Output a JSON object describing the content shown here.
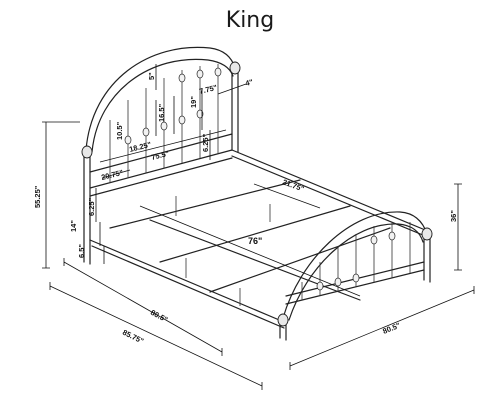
{
  "title": "King",
  "dimensions": {
    "overall_height": "55.25\"",
    "overall_width": "80.5\"",
    "overall_length": "85.75\"",
    "side_width": "80.5\"",
    "footboard_height": "36\"",
    "inner_length": "76\"",
    "slat_spacing": "21.75\"",
    "headboard_inner_width": "75.5\"",
    "headboard_arc_center": "18.25\"",
    "headboard_left_span": "20.75\"",
    "headboard_top_gap": "5\"",
    "headboard_panel_a": "10.5\"",
    "headboard_panel_b": "16.5\"",
    "headboard_panel_c": "19\"",
    "headboard_spacing_a": "7.75\"",
    "headboard_spacing_b": "4\"",
    "rail_height": "6.25\"",
    "leg_height_a": "6.25\"",
    "leg_height_b": "14\"",
    "clearance": "6.5\""
  }
}
